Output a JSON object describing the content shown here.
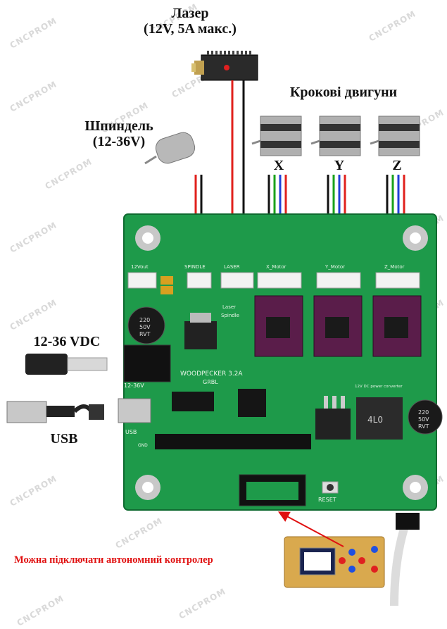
{
  "labels": {
    "laser_name": "Лазер",
    "laser_spec": "(12V, 5A макс.)",
    "stepper": "Крокові двигуни",
    "spindle_name": "Шпиндель",
    "spindle_spec": "(12-36V)",
    "axis_x": "X",
    "axis_y": "Y",
    "axis_z": "Z",
    "power": "12-36 VDC",
    "usb": "USB",
    "controller_note": "Можна підключати автономний контролер"
  },
  "board": {
    "title": "WOODPECKER 3.2A",
    "subtitle": "GRBL",
    "reset": "RESET",
    "vin": "12-36V",
    "usb_silk": "USB",
    "gnd": "GND",
    "connectors": [
      "12Vout",
      "SPINDLE",
      "LASER",
      "X_Motor",
      "Y_Motor",
      "Z_Motor"
    ],
    "laser_silk": "Laser",
    "spindle_silk": "Spindle",
    "converter": "12V DC power converter",
    "cap_left": [
      "220",
      "50V",
      "RVT"
    ],
    "cap_right": [
      "220",
      "50V",
      "RVT"
    ],
    "inductor": "4L0"
  },
  "watermark": "CNCPROM",
  "colors": {
    "pcb": "#1e9a4a",
    "wire_red": "#e0201c",
    "wire_black": "#111111",
    "wire_green": "#1aa11a",
    "wire_blue": "#2040d8",
    "note": "#e01010"
  }
}
